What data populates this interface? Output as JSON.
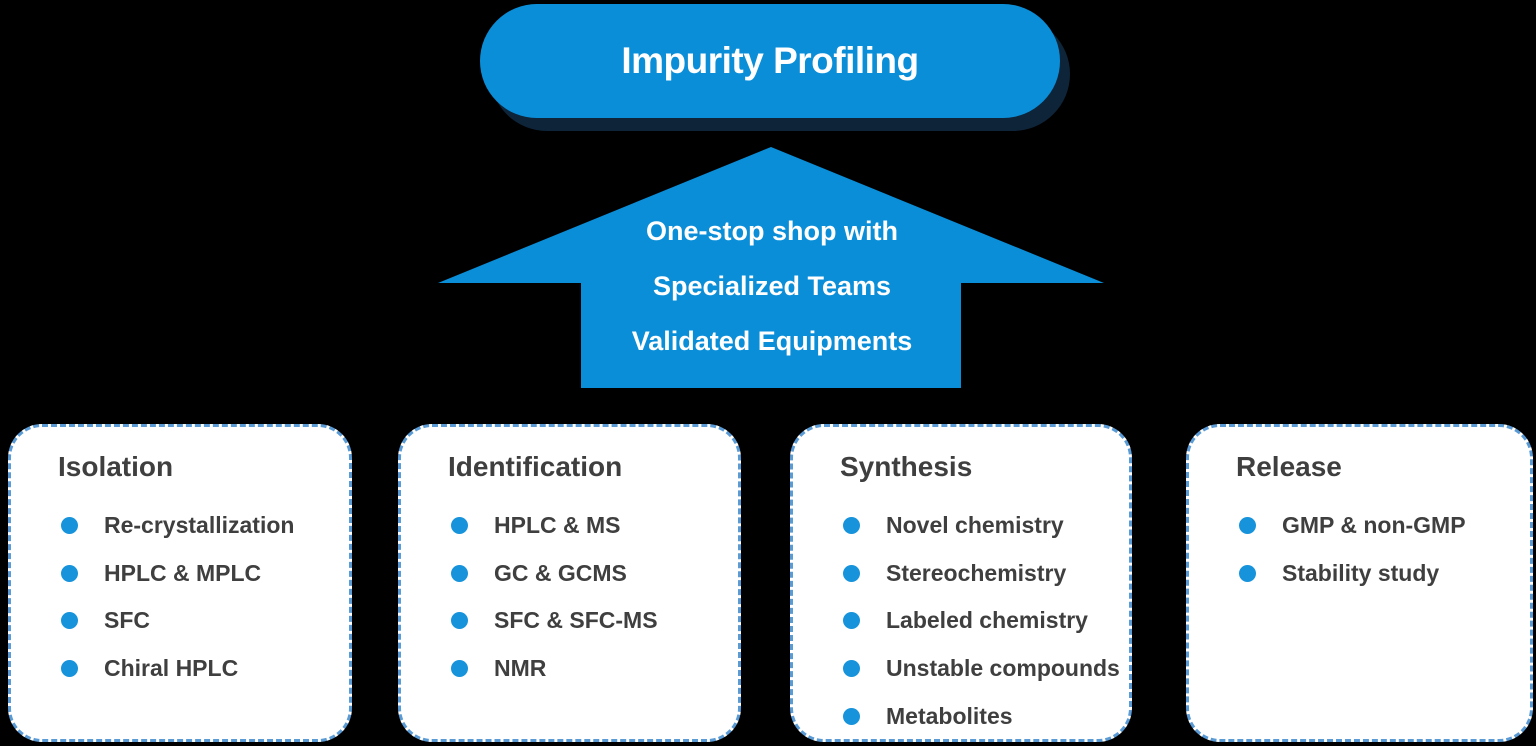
{
  "header": {
    "title": "Impurity Profiling"
  },
  "arrow": {
    "lines": [
      "One-stop shop with",
      "Specialized Teams",
      "Validated Equipments"
    ]
  },
  "cards": [
    {
      "title": "Isolation",
      "items": [
        "Re-crystallization",
        "HPLC & MPLC",
        "SFC",
        "Chiral HPLC"
      ]
    },
    {
      "title": "Identification",
      "items": [
        "HPLC & MS",
        "GC & GCMS",
        "SFC & SFC-MS",
        "NMR"
      ]
    },
    {
      "title": "Synthesis",
      "items": [
        "Novel chemistry",
        "Stereochemistry",
        "Labeled chemistry",
        "Unstable compounds",
        "Metabolites"
      ]
    },
    {
      "title": "Release",
      "items": [
        "GMP & non-GMP",
        "Stability study"
      ]
    }
  ],
  "colors": {
    "accent_blue": "#0a8ed8",
    "bullet_blue": "#1693da",
    "card_border_blue": "#5b9bd5",
    "text_dark": "#3f3f3f",
    "text_white": "#ffffff",
    "card_background": "#ffffff",
    "page_background": "#000000",
    "pill_shadow_navy": "#0e2439"
  }
}
